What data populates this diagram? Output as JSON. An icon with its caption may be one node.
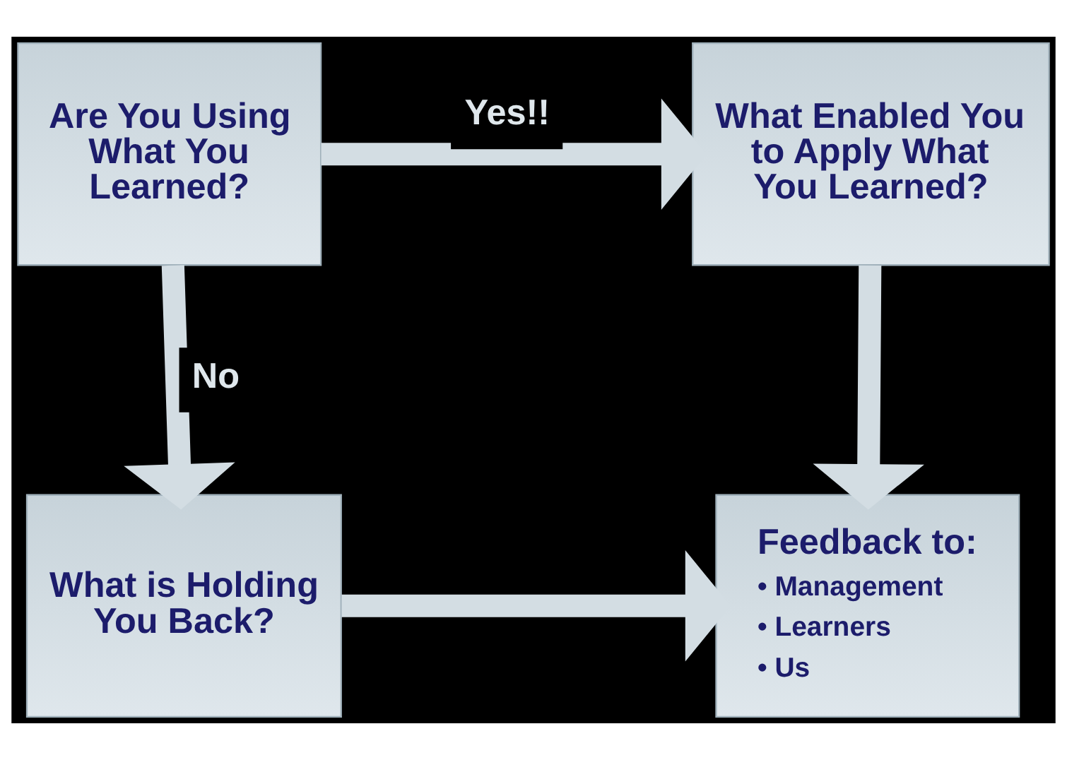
{
  "diagram": {
    "nodes": [
      {
        "text": [
          "Are You Using What You Learned?"
        ]
      },
      {
        "text": [
          "What Enabled You to Apply What You Learned?"
        ]
      },
      {
        "text": [
          "What is Holding You Back?"
        ]
      },
      {
        "text": [
          "Feedback to:",
          "• Management",
          "• Learners",
          "• Us"
        ]
      }
    ],
    "edges": [
      {
        "from": 0,
        "to": 1,
        "arrow": "to",
        "label": "Yes!!"
      },
      {
        "from": 0,
        "to": 2,
        "arrow": "to",
        "label": "No"
      },
      {
        "from": 1,
        "to": 3,
        "arrow": "to"
      },
      {
        "from": 2,
        "to": 3,
        "arrow": "to"
      }
    ]
  }
}
